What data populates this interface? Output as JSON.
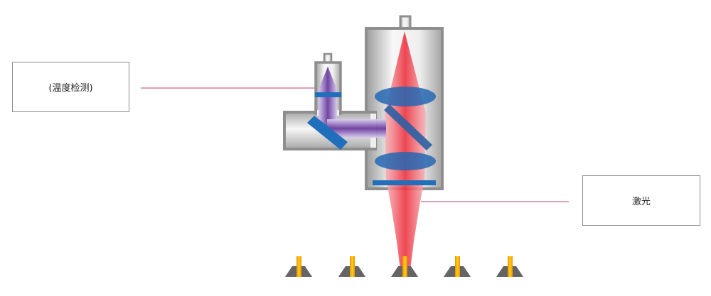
{
  "labels": {
    "temperature_detection": "(温度检测)",
    "laser": "激光"
  },
  "colors": {
    "housing_border": "#8e8e8e",
    "housing_fill_light": "#f6f6f6",
    "housing_fill_dark": "#a9a9a9",
    "laser_red": "#e8303b",
    "laser_pink": "#f6a8ae",
    "detection_violet": "#6f3fa0",
    "optic_blue": "#1f6fba",
    "leader_line": "#c0406a",
    "target_base": "#646464",
    "target_hot": "#f28a1a",
    "target_yellow": "#f8d000"
  },
  "targets": {
    "count": 5
  }
}
